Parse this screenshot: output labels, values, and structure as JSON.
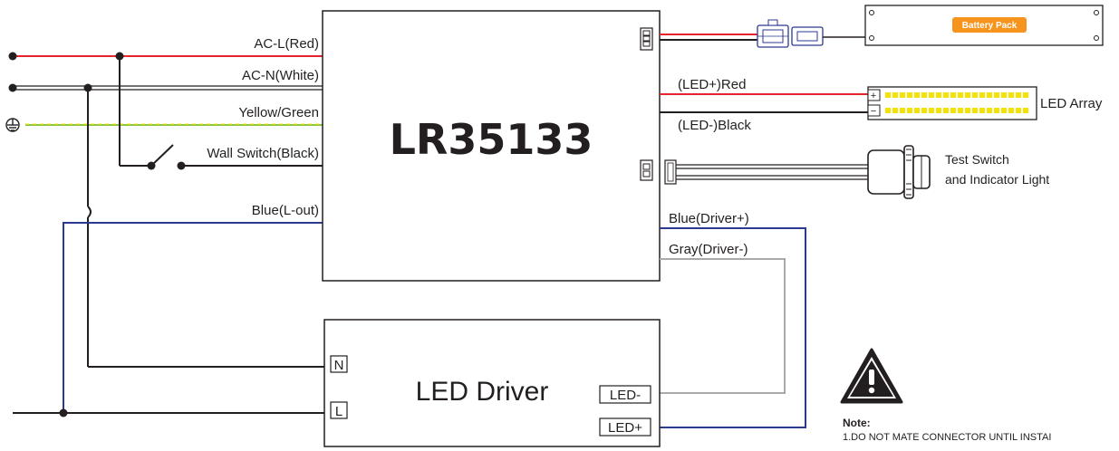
{
  "wires_left": {
    "ac_l": "AC-L(Red)",
    "ac_n": "AC-N(White)",
    "ground": "Yellow/Green",
    "wall_switch": "Wall Switch(Black)",
    "l_out": "Blue(L-out)"
  },
  "module": {
    "title": "LR35133"
  },
  "wires_right": {
    "led_pos": "(LED+)Red",
    "led_neg": "(LED-)Black",
    "driver_pos": "Blue(Driver+)",
    "driver_neg": "Gray(Driver-)"
  },
  "battery": {
    "label": "Battery Pack"
  },
  "led_array": {
    "label": "LED Array",
    "plus": "+",
    "minus": "−"
  },
  "test_switch": {
    "line1": "Test Switch",
    "line2": "and Indicator Light"
  },
  "driver": {
    "title": "LED Driver",
    "n": "N",
    "l": "L",
    "led_minus": "LED-",
    "led_plus": "LED+"
  },
  "note": {
    "heading": "Note:",
    "line1": "1.DO NOT MATE CONNECTOR UNTIL INSTAI"
  },
  "colors": {
    "red": "#e4232b",
    "black": "#231f20",
    "green": "#8cc63f",
    "yellow": "#f4e300",
    "blue": "#2b3990",
    "gray": "#a7a9ac",
    "orange": "#f7941d"
  }
}
